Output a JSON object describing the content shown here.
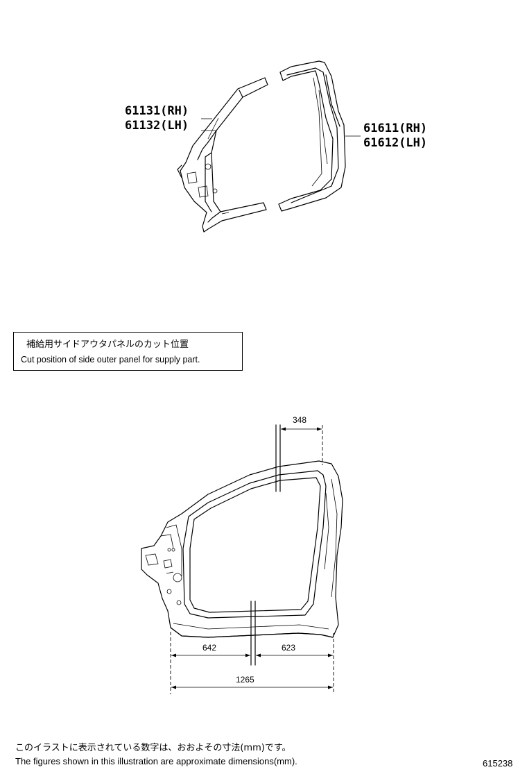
{
  "parts": {
    "pillar_rh": "61131(RH)",
    "pillar_lh": "61132(LH)",
    "outer_rh": "61611(RH)",
    "outer_lh": "61612(LH)"
  },
  "cut_note": {
    "jp": "補給用サイドアウタパネルのカット位置",
    "en": "Cut position of side outer panel for supply part."
  },
  "dimensions": {
    "top": "348",
    "bottom_left": "642",
    "bottom_right": "623",
    "overall": "1265"
  },
  "footer": {
    "jp": "このイラストに表示されている数字は、おおよその寸法(mm)です。",
    "en": "The figures shown in this illustration are approximate dimensions(mm).",
    "catalog_number": "615238"
  }
}
